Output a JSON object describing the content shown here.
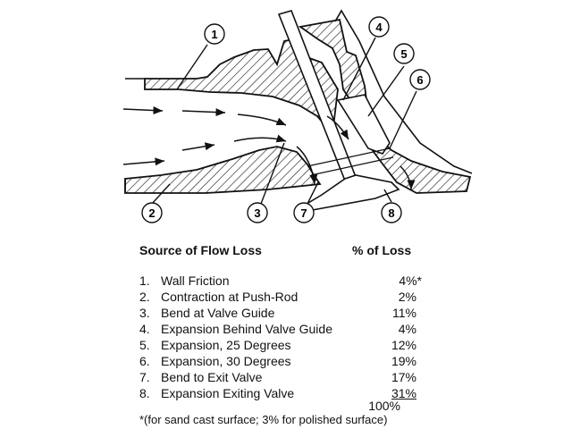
{
  "diagram": {
    "callouts": [
      "1",
      "2",
      "3",
      "4",
      "5",
      "6",
      "7",
      "8"
    ]
  },
  "table": {
    "header_source": "Source of Flow Loss",
    "header_loss": "% of Loss",
    "rows": [
      {
        "num": "1.",
        "label": "Wall Friction",
        "loss": "4%*"
      },
      {
        "num": "2.",
        "label": "Contraction at Push-Rod",
        "loss": "2%"
      },
      {
        "num": "3.",
        "label": "Bend at Valve Guide",
        "loss": "11%"
      },
      {
        "num": "4.",
        "label": "Expansion Behind Valve Guide",
        "loss": "4%"
      },
      {
        "num": "5.",
        "label": "Expansion, 25 Degrees",
        "loss": "12%"
      },
      {
        "num": "6.",
        "label": "Expansion, 30 Degrees",
        "loss": "19%"
      },
      {
        "num": "7.",
        "label": "Bend to Exit Valve",
        "loss": "17%"
      },
      {
        "num": "8.",
        "label": "Expansion Exiting Valve",
        "loss": "31%"
      }
    ],
    "total": "100%",
    "footnote": "*(for sand cast surface; 3% for polished surface)"
  }
}
